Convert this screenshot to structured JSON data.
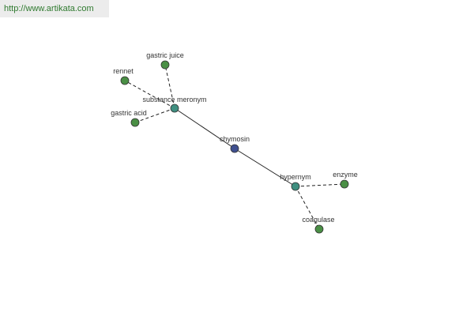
{
  "header": {
    "url": "http://www.artikata.com"
  },
  "graph": {
    "nodes": [
      {
        "id": "chymosin",
        "label": "chymosin",
        "kind": "root"
      },
      {
        "id": "substance_meronym",
        "label": "substance meronym",
        "kind": "relation"
      },
      {
        "id": "hypernym",
        "label": "hypernym",
        "kind": "relation"
      },
      {
        "id": "rennet",
        "label": "rennet",
        "kind": "leaf"
      },
      {
        "id": "gastric_juice",
        "label": "gastric juice",
        "kind": "leaf"
      },
      {
        "id": "gastric_acid",
        "label": "gastric acid",
        "kind": "leaf"
      },
      {
        "id": "enzyme",
        "label": "enzyme",
        "kind": "leaf"
      },
      {
        "id": "coagulase",
        "label": "coagulase",
        "kind": "leaf"
      }
    ],
    "edges": [
      {
        "from": "chymosin",
        "to": "substance_meronym",
        "style": "solid"
      },
      {
        "from": "chymosin",
        "to": "hypernym",
        "style": "solid"
      },
      {
        "from": "substance_meronym",
        "to": "rennet",
        "style": "dashed"
      },
      {
        "from": "substance_meronym",
        "to": "gastric_juice",
        "style": "dashed"
      },
      {
        "from": "substance_meronym",
        "to": "gastric_acid",
        "style": "dashed"
      },
      {
        "from": "hypernym",
        "to": "enzyme",
        "style": "dashed"
      },
      {
        "from": "hypernym",
        "to": "coagulase",
        "style": "dashed"
      }
    ],
    "colors": {
      "root": "#3f4f8f",
      "relation": "#3f8f80",
      "leaf": "#4a8f45",
      "stroke": "#333333",
      "edge": "#222222"
    }
  }
}
